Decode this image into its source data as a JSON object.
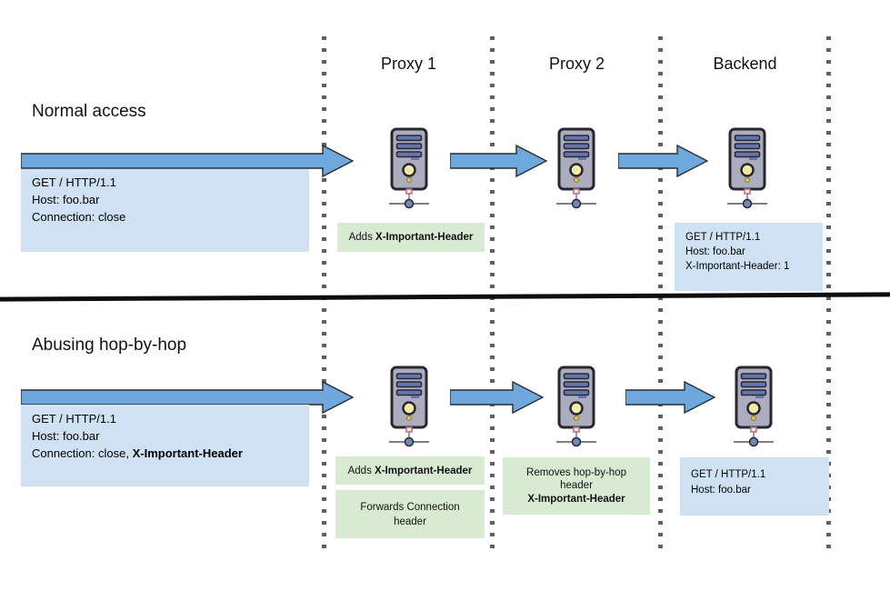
{
  "colors": {
    "arrow_blue": "#6fa8dc",
    "box_blue": "#cfe2f3",
    "box_green": "#d9ead3",
    "lane_dot": "#606060"
  },
  "columns": {
    "proxy1": "Proxy 1",
    "proxy2": "Proxy 2",
    "backend": "Backend"
  },
  "normal": {
    "title": "Normal access",
    "request": {
      "line1": "GET / HTTP/1.1",
      "line2": "Host: foo.bar",
      "line3": "Connection: close"
    },
    "proxy1_note": {
      "text": "Adds ",
      "bold": "X-Important-Header"
    },
    "backend_request": {
      "line1": "GET / HTTP/1.1",
      "line2": "Host: foo.bar",
      "line3": "X-Important-Header: 1"
    }
  },
  "abuse": {
    "title": "Abusing hop-by-hop",
    "request": {
      "line1": "GET / HTTP/1.1",
      "line2": "Host: foo.bar",
      "line3_text": "Connection: close, ",
      "line3_bold": "X-Important-Header"
    },
    "proxy1_note1": {
      "text": "Adds ",
      "bold": "X-Important-Header"
    },
    "proxy1_note2": {
      "line1": "Forwards Connection",
      "line2": "header"
    },
    "proxy2_note": {
      "line1": "Removes hop-by-hop",
      "line2": "header",
      "bold_line": "X-Important-Header"
    },
    "backend_request": {
      "line1": "GET / HTTP/1.1",
      "line2": "Host: foo.bar"
    }
  }
}
